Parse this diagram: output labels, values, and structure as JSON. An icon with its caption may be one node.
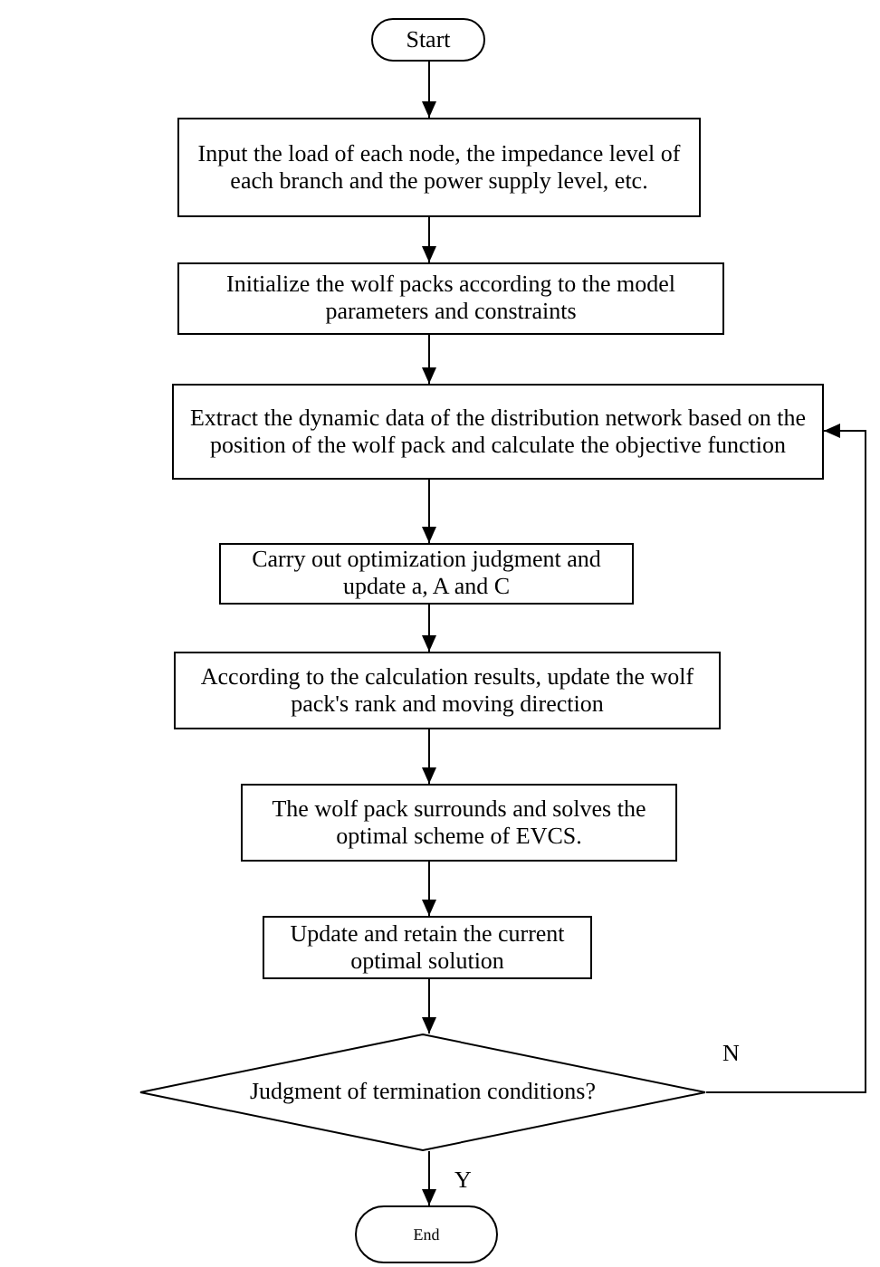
{
  "diagram": {
    "nodes": [
      {
        "text": [
          "Start"
        ]
      },
      {
        "text": [
          "Input the load of each node, the impedance level of each branch and the power supply level, etc."
        ]
      },
      {
        "text": [
          "Initialize the wolf packs according to the model parameters and constraints"
        ]
      },
      {
        "text": [
          "Extract the dynamic data of the distribution network based on the position of the wolf pack and calculate the objective function"
        ]
      },
      {
        "text": [
          "Carry out optimization judgment and update a, A and C"
        ]
      },
      {
        "text": [
          "According to the calculation results, update the wolf pack's rank and moving direction"
        ]
      },
      {
        "text": [
          "The wolf pack surrounds and solves the optimal scheme of EVCS."
        ]
      },
      {
        "text": [
          "Update and retain the current optimal solution"
        ]
      },
      {
        "text": [
          "Judgment of termination conditions?"
        ]
      },
      {
        "text": [
          "End"
        ]
      }
    ],
    "edges": [
      {
        "from": 0,
        "to": 1,
        "arrow": "to"
      },
      {
        "from": 1,
        "to": 2,
        "arrow": "to"
      },
      {
        "from": 2,
        "to": 3,
        "arrow": "to"
      },
      {
        "from": 3,
        "to": 4,
        "arrow": "to"
      },
      {
        "from": 4,
        "to": 5,
        "arrow": "to"
      },
      {
        "from": 5,
        "to": 6,
        "arrow": "to"
      },
      {
        "from": 6,
        "to": 7,
        "arrow": "to"
      },
      {
        "from": 7,
        "to": 8,
        "arrow": "to"
      },
      {
        "from": 8,
        "to": 9,
        "arrow": "to",
        "label": "Y"
      },
      {
        "from": 8,
        "to": 3,
        "arrow": "to",
        "label": "N"
      }
    ]
  }
}
